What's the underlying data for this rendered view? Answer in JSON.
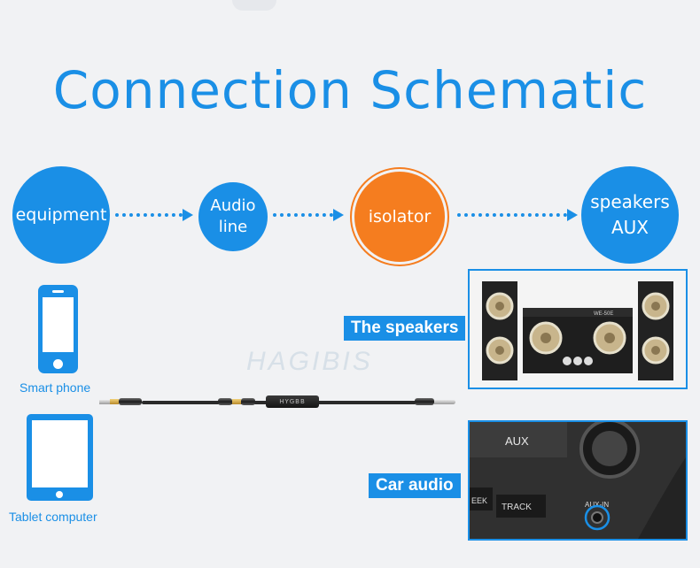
{
  "title": "Connection Schematic",
  "flow": {
    "equipment": "equipment",
    "audio_line_1": "Audio",
    "audio_line_2": "line",
    "isolator": "isolator",
    "speakers_1": "speakers",
    "speakers_2": "AUX"
  },
  "devices": {
    "smart_phone": "Smart phone",
    "tablet": "Tablet computer"
  },
  "product_brand": "HYGBB",
  "labels": {
    "speakers": "The speakers",
    "car_audio": "Car audio"
  },
  "speaker_panel": {
    "model": "WE-50E"
  },
  "car_panel": {
    "aux": "AUX",
    "track": "TRACK",
    "seek": "EEK",
    "aux_in": "AUX-IN"
  },
  "watermark": "HAGIBIS",
  "colors": {
    "accent_blue": "#1a8fe6",
    "accent_orange": "#f57d1f"
  }
}
